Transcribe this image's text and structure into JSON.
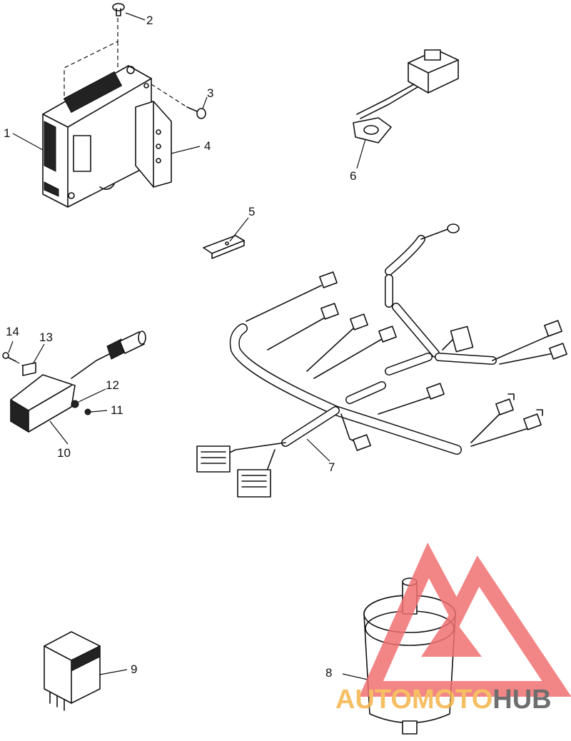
{
  "callouts": [
    {
      "id": "1",
      "text": "1"
    },
    {
      "id": "2",
      "text": "2"
    },
    {
      "id": "3",
      "text": "3"
    },
    {
      "id": "4",
      "text": "4"
    },
    {
      "id": "5",
      "text": "5"
    },
    {
      "id": "6",
      "text": "6"
    },
    {
      "id": "7",
      "text": "7"
    },
    {
      "id": "8",
      "text": "8"
    },
    {
      "id": "9",
      "text": "9"
    },
    {
      "id": "10",
      "text": "10"
    },
    {
      "id": "11",
      "text": "11"
    },
    {
      "id": "12",
      "text": "12"
    },
    {
      "id": "13",
      "text": "13"
    },
    {
      "id": "14",
      "text": "14"
    }
  ],
  "watermark": {
    "part1": "AUTO",
    "part2": "MOTO",
    "part3": "HUB",
    "color_primary": "#f07070",
    "color_accent": "#f5b54a",
    "color_dark": "#555555"
  }
}
